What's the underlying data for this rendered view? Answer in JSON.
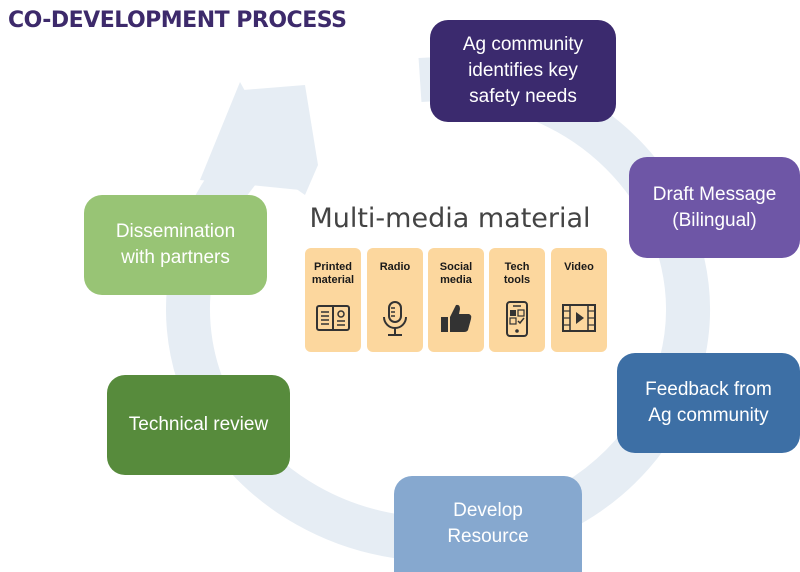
{
  "title": "CO-DEVELOPMENT PROCESS",
  "center": {
    "heading": "Multi-media material"
  },
  "media_items": [
    {
      "label": "Printed\nmaterial",
      "icon": "book-icon"
    },
    {
      "label": "Radio",
      "icon": "microphone-icon"
    },
    {
      "label": "Social\nmedia",
      "icon": "thumbs-up-icon"
    },
    {
      "label": "Tech\ntools",
      "icon": "smartphone-icon"
    },
    {
      "label": "Video",
      "icon": "video-play-icon"
    }
  ],
  "steps": [
    {
      "label": "Ag community\nidentifies key\nsafety needs",
      "color": "#3b2a6e"
    },
    {
      "label": "Draft Message\n(Bilingual)",
      "color": "#6e56a6"
    },
    {
      "label": "Feedback from\nAg community",
      "color": "#3d6fa5"
    },
    {
      "label": "Develop\nResource",
      "color": "#86a8cf"
    },
    {
      "label": "Technical review",
      "color": "#578b3c"
    },
    {
      "label": "Dissemination\nwith partners",
      "color": "#98c475"
    }
  ],
  "ring_color": "#e6edf4"
}
